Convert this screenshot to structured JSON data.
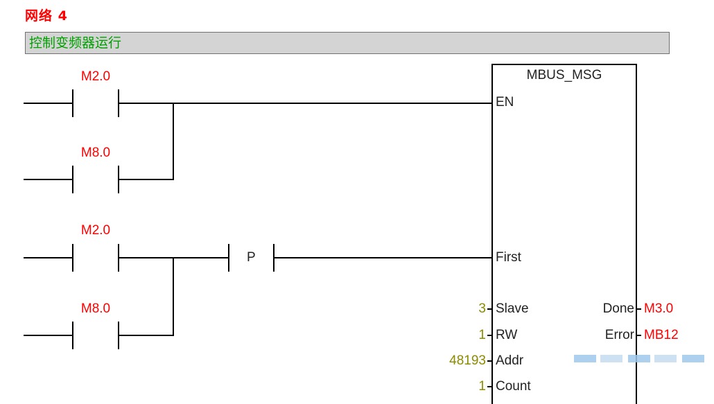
{
  "network": {
    "title": "网络 4",
    "comment": "控制变频器运行"
  },
  "contacts": [
    {
      "address": "M2.0"
    },
    {
      "address": "M8.0"
    },
    {
      "address": "M2.0"
    },
    {
      "address": "M8.0"
    }
  ],
  "edge_contact": {
    "label": "P"
  },
  "block": {
    "name": "MBUS_MSG",
    "inputs": [
      {
        "pin": "EN",
        "value": ""
      },
      {
        "pin": "First",
        "value": ""
      },
      {
        "pin": "Slave",
        "value": "3"
      },
      {
        "pin": "RW",
        "value": "1"
      },
      {
        "pin": "Addr",
        "value": "48193"
      },
      {
        "pin": "Count",
        "value": "1"
      }
    ],
    "outputs": [
      {
        "pin": "Done",
        "value": "M3.0"
      },
      {
        "pin": "Error",
        "value": "MB12"
      }
    ]
  },
  "colors": {
    "operand": "#ff0000",
    "constant": "#8b8b00",
    "comment": "#00a000",
    "title": "#ff0000"
  }
}
